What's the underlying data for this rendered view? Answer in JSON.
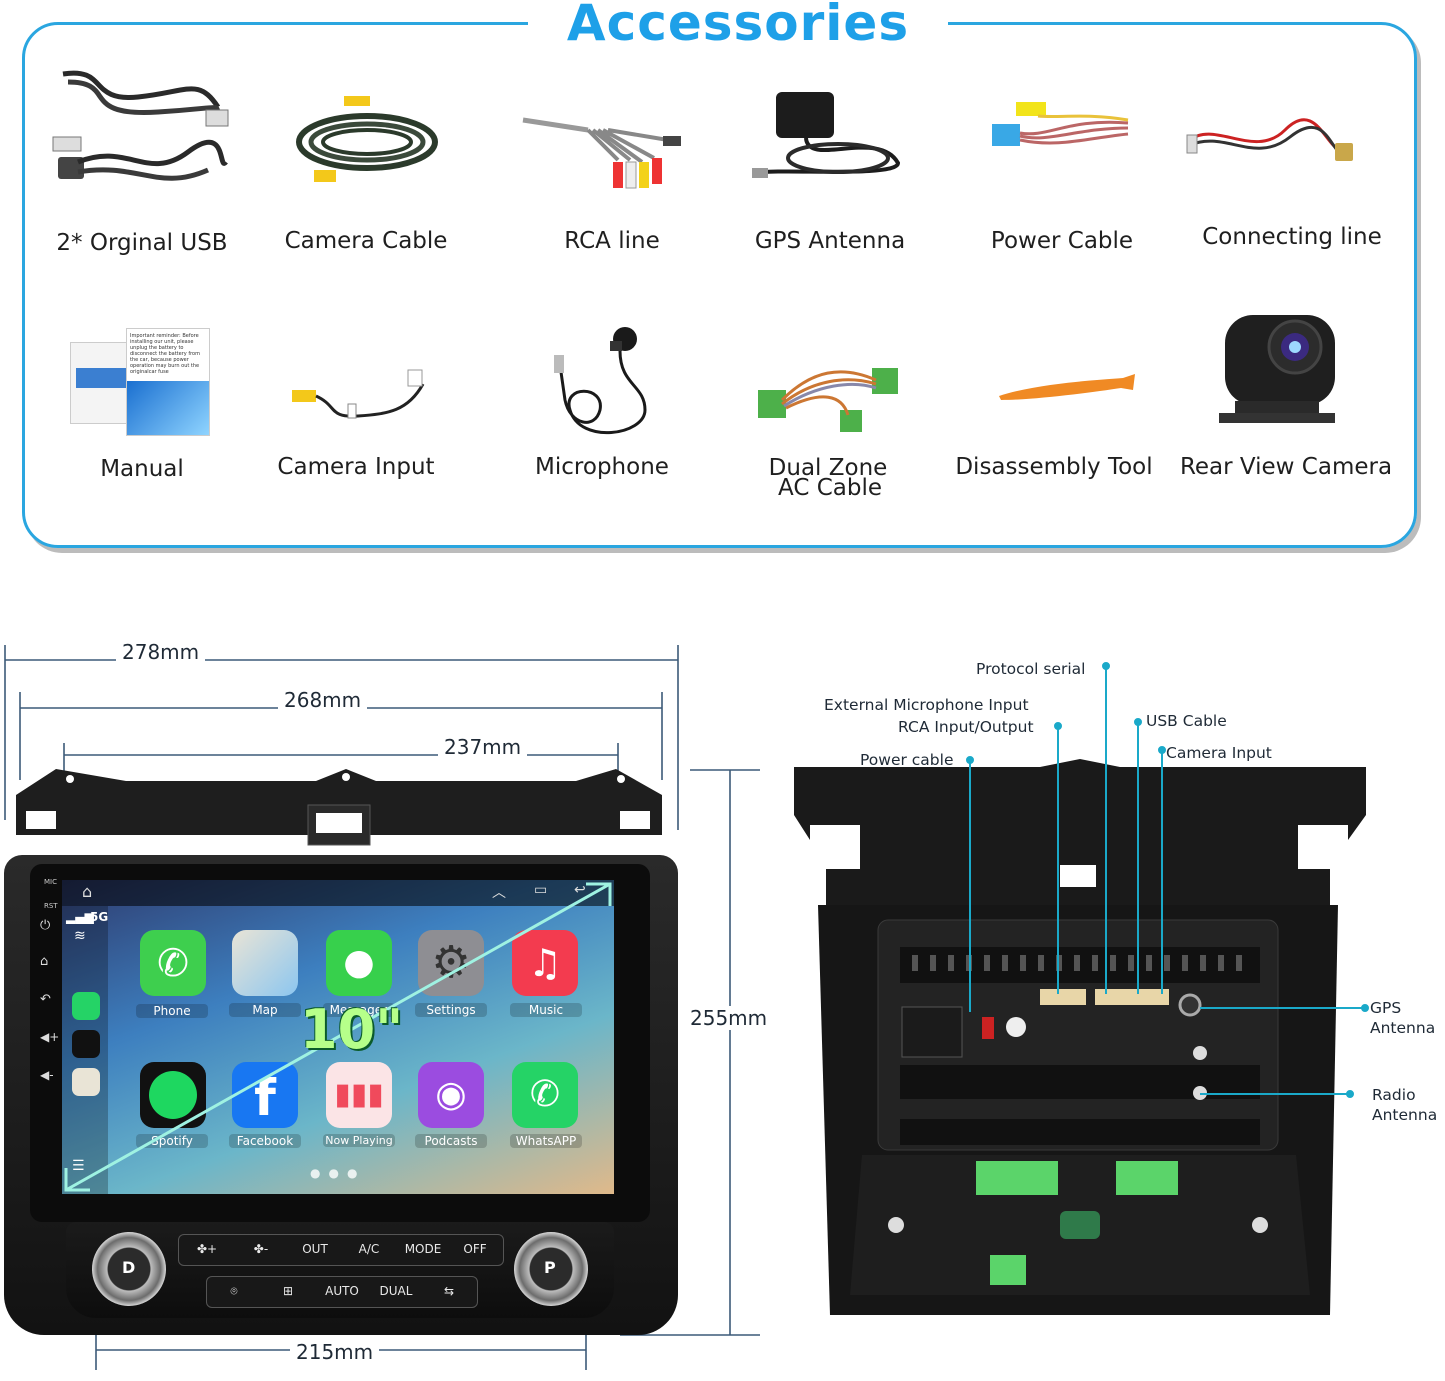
{
  "section_title": "Accessories",
  "accessories": [
    {
      "label": "2* Orginal USB",
      "icon": "usb-cable-icon"
    },
    {
      "label": "Camera Cable",
      "icon": "camera-cable-icon"
    },
    {
      "label": "RCA line",
      "icon": "rca-line-icon"
    },
    {
      "label": "GPS Antenna",
      "icon": "gps-antenna-icon"
    },
    {
      "label": "Power Cable",
      "icon": "power-cable-icon"
    },
    {
      "label": "Connecting line",
      "icon": "connecting-line-icon"
    },
    {
      "label": "Manual",
      "icon": "manual-icon"
    },
    {
      "label": "Camera Input",
      "icon": "camera-input-icon"
    },
    {
      "label": "Microphone",
      "icon": "microphone-icon"
    },
    {
      "label_line1": "Dual Zone",
      "label_line2": "AC Cable",
      "icon": "ac-cable-icon"
    },
    {
      "label": "Disassembly Tool",
      "icon": "pry-tool-icon"
    },
    {
      "label": "Rear View Camera",
      "icon": "rear-camera-icon"
    }
  ],
  "manual_text": "Important reminder: Before installing our unit, please unplug the battery to disconnect the battery from the car, because power operation may burn out the originalcar fuse",
  "dimensions": {
    "outer_width": "278mm",
    "frame_width": "268mm",
    "screen_width": "237mm",
    "height": "255mm",
    "bottom_width": "215mm",
    "screen_size": "10\""
  },
  "screen": {
    "status_mic": "MIC",
    "status_rst": "RST",
    "signal": "5G",
    "apps": [
      {
        "label": "Phone",
        "color": "#3ecf4e",
        "icon": "phone-icon"
      },
      {
        "label": "Map",
        "color": "#e9e4d6",
        "icon": "map-icon"
      },
      {
        "label": "Messages",
        "color": "#37d04c",
        "icon": "messages-icon"
      },
      {
        "label": "Settings",
        "color": "#8e8e93",
        "icon": "settings-gear-icon"
      },
      {
        "label": "Music",
        "color": "#f33b4f",
        "icon": "music-note-icon"
      },
      {
        "label": "Spotify",
        "color": "#111111",
        "icon": "spotify-icon"
      },
      {
        "label": "Facebook",
        "color": "#1877f2",
        "icon": "facebook-icon"
      },
      {
        "label": "Now Playing",
        "color": "#f04a5c",
        "icon": "now-playing-icon"
      },
      {
        "label": "Podcasts",
        "color": "#9b4ce0",
        "icon": "podcasts-icon"
      },
      {
        "label": "WhatsAPP",
        "color": "#25d366",
        "icon": "whatsapp-icon"
      }
    ]
  },
  "climate_buttons_top": [
    "✤+",
    "✤-",
    "OUT",
    "A/C",
    "MODE",
    "OFF"
  ],
  "climate_buttons_bottom": [
    "⌾",
    "⊞",
    "AUTO",
    "DUAL",
    "⇆"
  ],
  "knob_left": "D",
  "knob_right": "P",
  "connectors": {
    "protocol_serial": "Protocol serial",
    "external_mic": "External Microphone Input",
    "rca_io": "RCA Input/Output",
    "usb_cable": "USB Cable",
    "camera_input": "Camera Input",
    "power_cable": "Power cable",
    "gps_line1": "GPS",
    "gps_line2": "Antenna",
    "radio_line1": "Radio",
    "radio_line2": "Antenna"
  },
  "colors": {
    "accent": "#1ea0e8",
    "frame_border": "#2aa6e0",
    "callout": "#1aa9c9"
  }
}
